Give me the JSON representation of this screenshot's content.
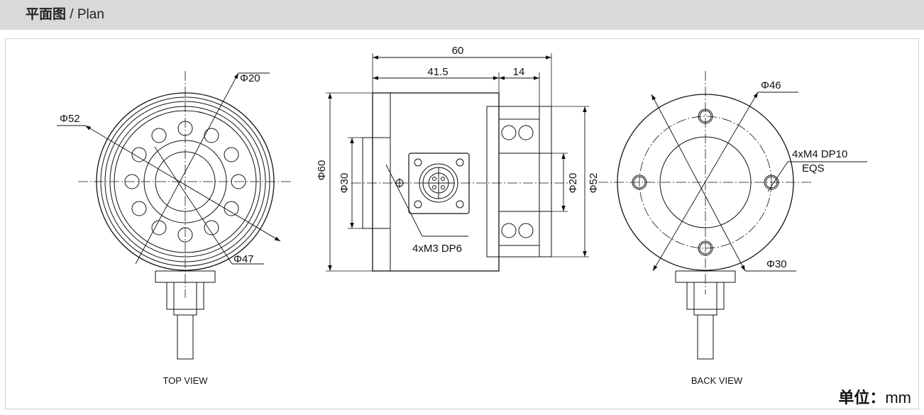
{
  "header": {
    "title_cn": "平面图",
    "title_sep": " / ",
    "title_en": "Plan"
  },
  "views": {
    "top_label": "TOP VIEW",
    "back_label": "BACK VIEW"
  },
  "dims": {
    "top_d20": "Φ20",
    "top_d52": "Φ52",
    "top_d47": "Φ47",
    "side_w60": "60",
    "side_w415": "41.5",
    "side_w14": "14",
    "side_h60": "Φ60",
    "side_h30": "Φ30",
    "side_h20": "Φ20",
    "side_h52": "Φ52",
    "side_thread": "4xM3 DP6",
    "back_d46": "Φ46",
    "back_thread1": "4xM4 DP10",
    "back_thread2": "EQS",
    "back_d30": "Φ30"
  },
  "unit": {
    "label_cn": "单位：",
    "value": "mm"
  }
}
